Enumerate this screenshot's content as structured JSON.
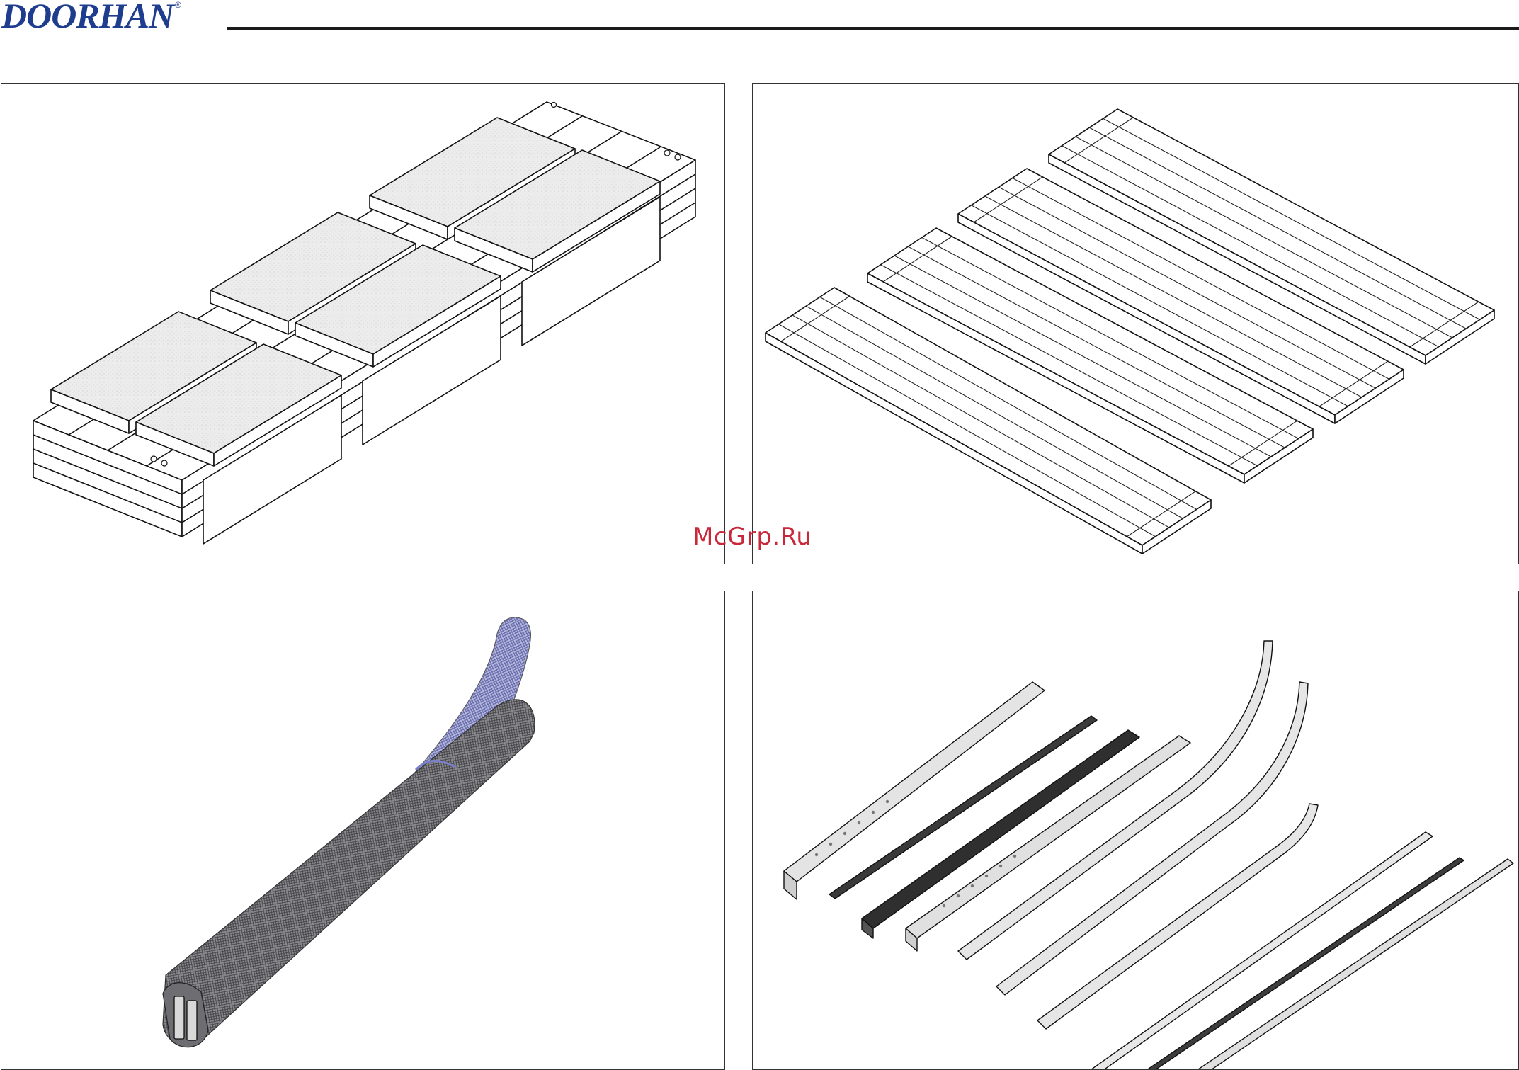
{
  "header": {
    "brand_name": "DoorHan",
    "brand_display": "DOORHAN",
    "trademark_symbol": "®",
    "brand_color": "#1f3d8f"
  },
  "watermark": {
    "text": "McGrp.Ru",
    "color": "#c9283a"
  },
  "panels": [
    {
      "id": "stacked-panels-package-drawing"
    },
    {
      "id": "four-door-sections-drawing"
    },
    {
      "id": "wrapped-track-bundle-drawing"
    },
    {
      "id": "guide-rails-and-profiles-drawing"
    }
  ]
}
